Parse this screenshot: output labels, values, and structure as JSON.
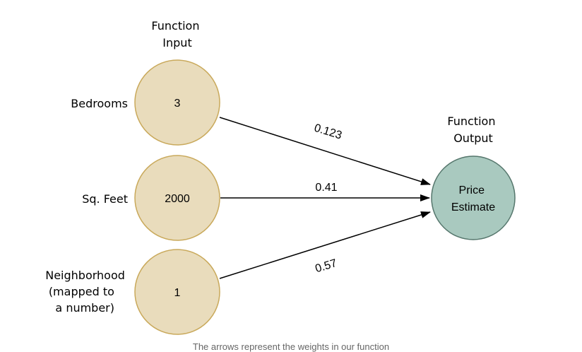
{
  "title_input": [
    "Function",
    "Input"
  ],
  "title_output": [
    "Function",
    "Output"
  ],
  "inputs": [
    {
      "label": [
        "Bedrooms"
      ],
      "value": "3",
      "weight": "0.123"
    },
    {
      "label": [
        "Sq. Feet"
      ],
      "value": "2000",
      "weight": "0.41"
    },
    {
      "label": [
        "Neighborhood",
        "(mapped to",
        "a number)"
      ],
      "value": "1",
      "weight": "0.57"
    }
  ],
  "output": {
    "label": [
      "Price",
      "Estimate"
    ]
  },
  "caption": "The arrows represent the weights in our function",
  "colors": {
    "input_fill": "#e9dcbc",
    "input_stroke": "#c9a95b",
    "output_fill": "#a9c9bf",
    "output_stroke": "#55766c"
  }
}
